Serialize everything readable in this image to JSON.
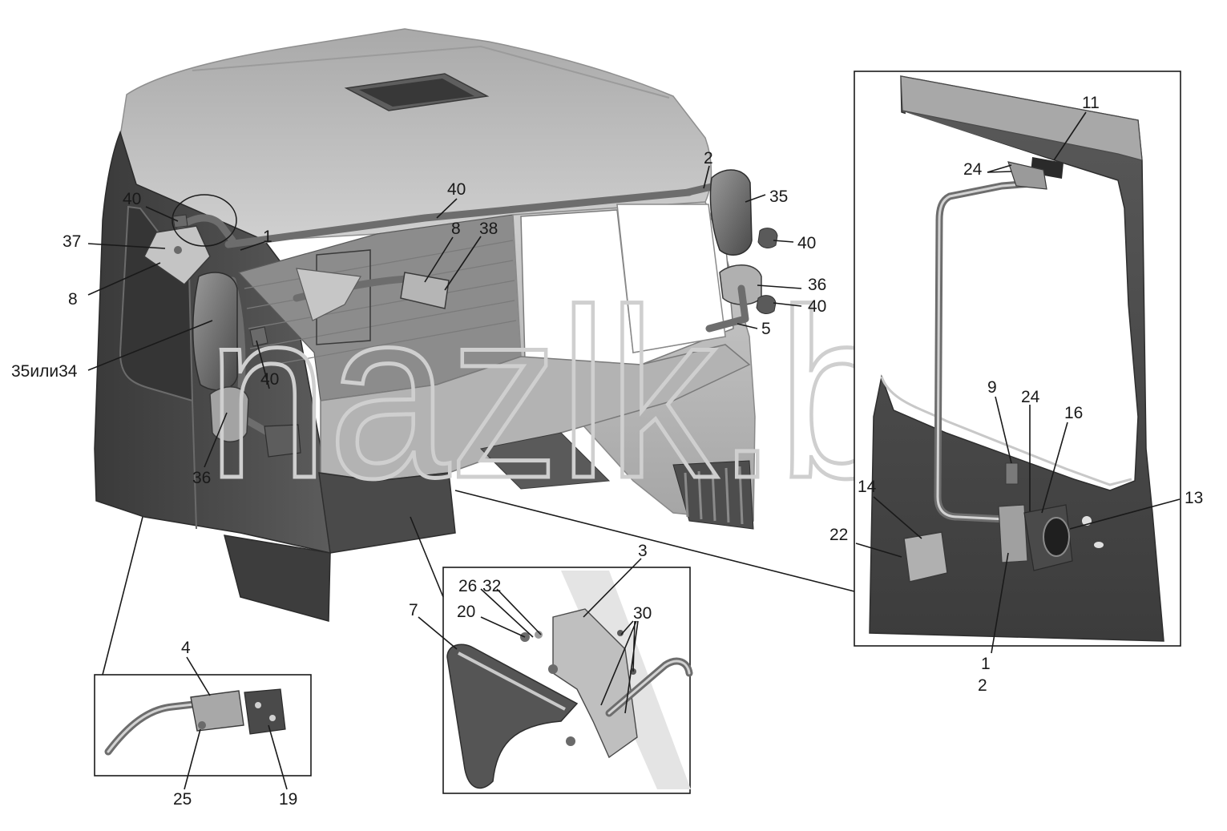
{
  "watermark": "nazlk.by",
  "colors": {
    "body_dark": "#474747",
    "body_mid": "#8a8a8a",
    "body_light": "#c9c9c9",
    "roof": "#bcbcbc",
    "line": "#1a1a1a"
  },
  "labels": {
    "l40a": "40",
    "l37": "37",
    "l8a": "8",
    "l1a": "1",
    "l3534": "35или34",
    "l40b": "40",
    "l8b": "8",
    "l38": "38",
    "l2a": "2",
    "l35": "35",
    "l40c": "40",
    "l36a": "36",
    "l40d": "40",
    "l5": "5",
    "l40e": "40",
    "l36b": "36",
    "l11": "11",
    "l24a": "24",
    "l9": "9",
    "l24b": "24",
    "l16": "16",
    "l13": "13",
    "l14": "14",
    "l22": "22",
    "l1b": "1",
    "l2b": "2",
    "l3": "3",
    "l26": "26",
    "l32": "32",
    "l20": "20",
    "l30": "30",
    "l7": "7",
    "l4": "4",
    "l25": "25",
    "l19": "19"
  }
}
